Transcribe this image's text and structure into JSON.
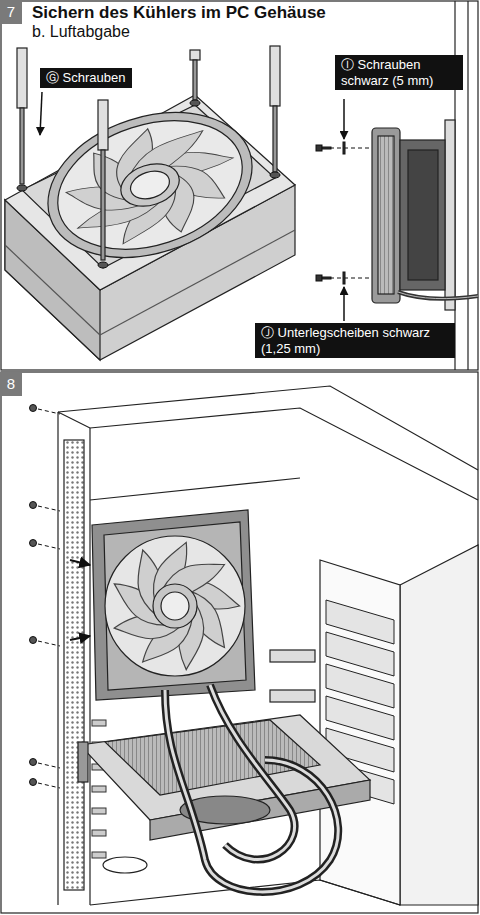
{
  "diagram": {
    "title": "Sichern des Kühlers im PC Gehäuse",
    "nodes": [
      {
        "text": [
          "7"
        ]
      },
      {
        "text": [
          "Ⓖ Schrauben"
        ]
      },
      {
        "text": [
          "Ⓘ Schrauben schwarz (5 mm)"
        ]
      },
      {
        "text": [
          "Ⓙ Unterlegscheiben schwarz (1,25 mm)"
        ]
      },
      {
        "text": [
          "8"
        ]
      }
    ],
    "labels": [
      "b. Luftabgabe"
    ]
  }
}
